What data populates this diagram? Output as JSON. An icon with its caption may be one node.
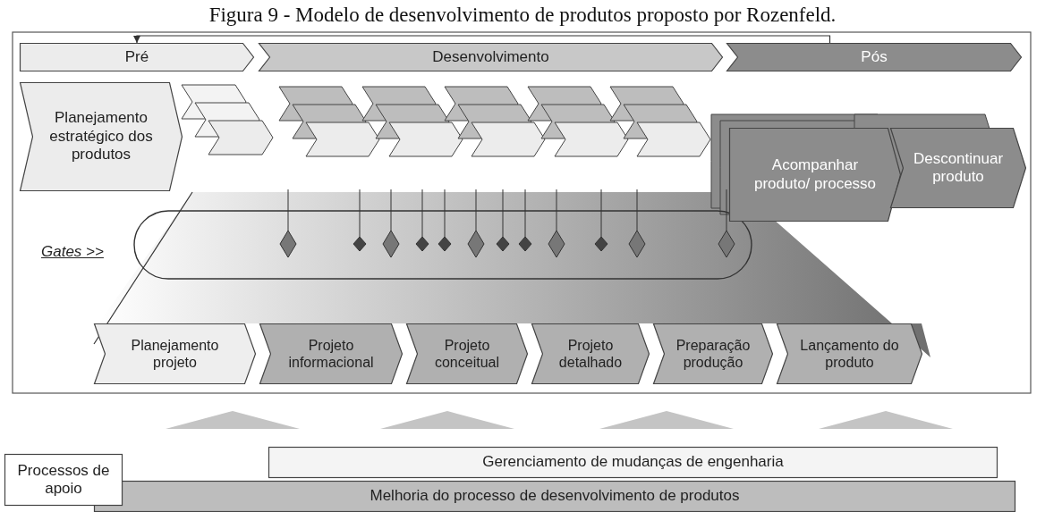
{
  "diagram": {
    "title": "Figura 9 - Modelo de desenvolvimento de produtos proposto por Rozenfeld.",
    "nodes": [
      {
        "text": [
          "Pré"
        ]
      },
      {
        "text": [
          "Desenvolvimento"
        ]
      },
      {
        "text": [
          "Pós"
        ]
      },
      {
        "text": [
          "Planejamento estratégico dos produtos"
        ]
      },
      {
        "text": [
          "Acompanhar produto/ processo"
        ]
      },
      {
        "text": [
          "Descontinuar produto"
        ]
      },
      {
        "text": [
          "Planejamento projeto"
        ]
      },
      {
        "text": [
          "Projeto informacional"
        ]
      },
      {
        "text": [
          "Projeto conceitual"
        ]
      },
      {
        "text": [
          "Projeto detalhado"
        ]
      },
      {
        "text": [
          "Preparação produção"
        ]
      },
      {
        "text": [
          "Lançamento do produto"
        ]
      },
      {
        "text": [
          "Processos de apoio"
        ]
      },
      {
        "text": [
          "Gerenciamento de mudanças de engenharia"
        ]
      },
      {
        "text": [
          "Melhoria do processo de desenvolvimento de produtos"
        ]
      }
    ],
    "edges": [
      {
        "from": 2,
        "to": 0,
        "arrow": "to"
      }
    ],
    "labels": [
      "Gates >>"
    ]
  }
}
